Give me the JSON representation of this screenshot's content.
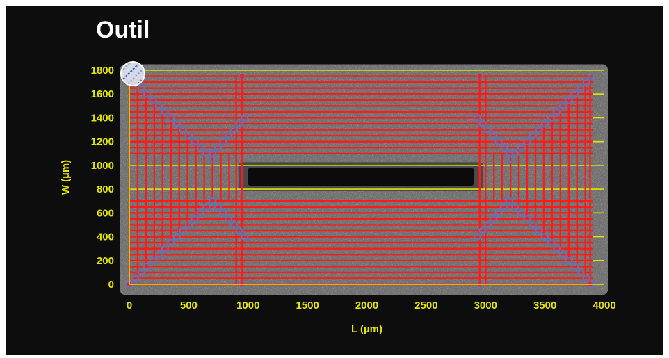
{
  "title": "Outil",
  "colors": {
    "background": "#0d0d0e",
    "axis_yellow": "#e4e400",
    "toolpath_red": "#ff1a1a",
    "node_blue": "#6a6fb0",
    "substrate_gray": "#6f6f6f"
  },
  "icons": {
    "tool_marker": "tool-icon"
  },
  "chart_data": {
    "type": "scatter",
    "title": "Outil",
    "xlabel": "L (µm)",
    "ylabel": "W (µm)",
    "xlim": [
      0,
      4000
    ],
    "ylim": [
      0,
      1800
    ],
    "x_ticks": [
      0,
      500,
      1000,
      1500,
      2000,
      2500,
      3000,
      3500,
      4000
    ],
    "y_ticks": [
      0,
      200,
      400,
      600,
      800,
      1000,
      1200,
      1400,
      1600,
      1800
    ],
    "grid": "horizontal",
    "substrate": {
      "x": [
        -80,
        4030
      ],
      "y": [
        -90,
        1850
      ]
    },
    "cavity": {
      "x": [
        1000,
        2900
      ],
      "y": [
        830,
        980
      ]
    },
    "horizontal_passes_y": [
      0,
      50,
      100,
      150,
      200,
      250,
      300,
      350,
      400,
      450,
      500,
      550,
      600,
      650,
      700,
      1100,
      1150,
      1200,
      1250,
      1300,
      1350,
      1400,
      1450,
      1500,
      1550,
      1600,
      1650,
      1700,
      1750
    ],
    "vertical_passes_x": [
      0,
      70,
      140,
      210,
      280,
      350,
      420,
      490,
      560,
      630,
      700,
      770,
      840,
      900,
      950,
      2950,
      3000,
      3070,
      3140,
      3210,
      3280,
      3350,
      3420,
      3490,
      3560,
      3630,
      3700,
      3770,
      3840,
      3880
    ],
    "tool_start": {
      "x": 30,
      "y": 1780
    }
  }
}
